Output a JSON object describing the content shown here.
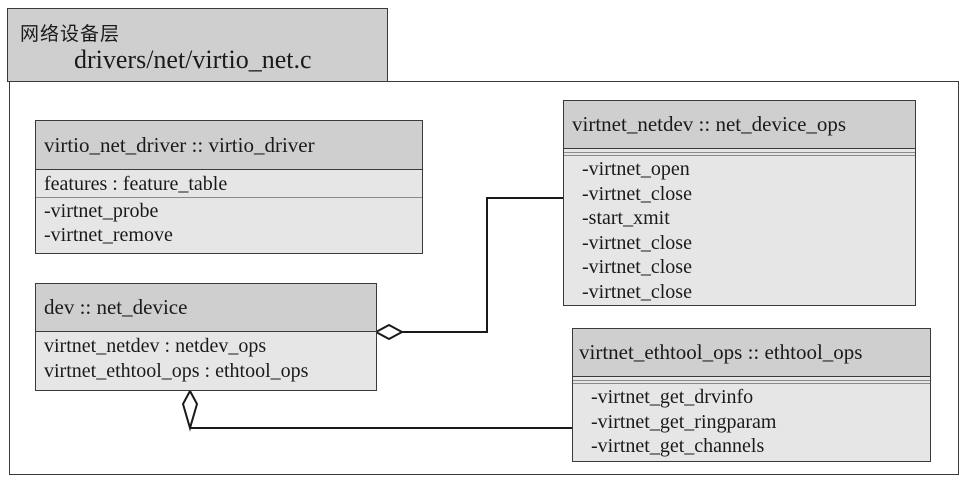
{
  "package": {
    "title_cn": "网络设备层",
    "path": "drivers/net/virtio_net.c"
  },
  "classes": {
    "virtio_driver": {
      "header": "virtio_net_driver :: virtio_driver",
      "attributes": [
        "features : feature_table"
      ],
      "methods": [
        "-virtnet_probe",
        "-virtnet_remove"
      ]
    },
    "net_device": {
      "header": "dev :: net_device",
      "attributes": [
        "virtnet_netdev : netdev_ops",
        "virtnet_ethtool_ops : ethtool_ops"
      ]
    },
    "netdev_ops": {
      "header": "virtnet_netdev :: net_device_ops",
      "methods": [
        "-virtnet_open",
        "-virtnet_close",
        "-start_xmit",
        "-virtnet_close",
        "-virtnet_close",
        "-virtnet_close"
      ]
    },
    "ethtool_ops": {
      "header": "virtnet_ethtool_ops :: ethtool_ops",
      "methods": [
        "-virtnet_get_drvinfo",
        "-virtnet_get_ringparam",
        "-virtnet_get_channels"
      ]
    }
  }
}
